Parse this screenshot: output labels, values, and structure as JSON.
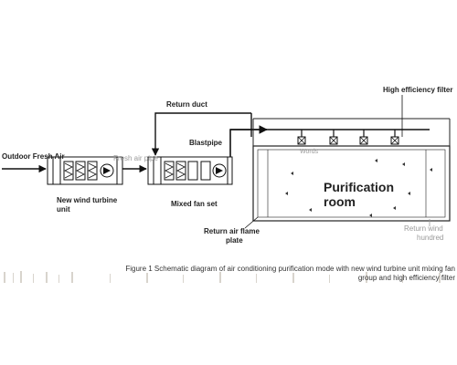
{
  "labels": {
    "outdoor_fresh_air": "Outdoor Fresh Air",
    "fresh_air_pipe": "Fresh air pipe",
    "new_wind_turbine_unit_line1": "New wind turbine",
    "new_wind_turbine_unit_line2": "unit",
    "return_duct": "Return duct",
    "blastpipe": "Blastpipe",
    "mixed_fan_set": "Mixed fan set",
    "high_efficiency_filter": "High efficiency filter",
    "words": "Words",
    "purification_room_line1": "Purification",
    "purification_room_line2": "room",
    "return_air_flame_plate_line1": "Return air flame",
    "return_air_flame_plate_line2": "plate",
    "return_wind_line1": "Return wind",
    "return_wind_line2": "hundred"
  },
  "caption": {
    "line1": "Figure 1 Schematic diagram of air conditioning purification mode with new wind turbine unit mixing fan",
    "line2": "group and high efficiency filter"
  },
  "colors": {
    "line": "#111111",
    "room_outline": "#222222",
    "gray_text": "#9a9a9a"
  }
}
